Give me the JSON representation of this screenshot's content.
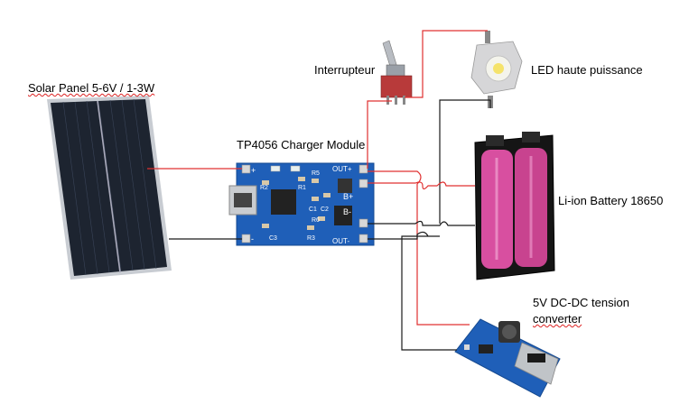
{
  "labels": {
    "solar_panel": "Solar Panel 5-6V / 1-3W",
    "tp4056": "TP4056 Charger Module",
    "switch": "Interrupteur",
    "led": "LED haute puissance",
    "battery": "Li-ion Battery 18650",
    "converter_line1": "5V DC-DC tension",
    "converter_line2": "converter"
  },
  "pcb_text": {
    "out_plus": "OUT+",
    "out_minus": "OUT-",
    "b_plus": "B+",
    "b_minus": "B-",
    "r2": "R2",
    "r1": "R1",
    "r3": "R3",
    "r5": "R5",
    "r6": "R6",
    "c1": "C1",
    "c2": "C2",
    "c3": "C3",
    "plus": "+",
    "minus": "-"
  },
  "colors": {
    "wire_red": "#e03030",
    "wire_black": "#1a1a1a",
    "pcb_blue": "#1f5fb8",
    "battery_pink": "#d84fa0",
    "solar_dark": "#1d2430"
  }
}
